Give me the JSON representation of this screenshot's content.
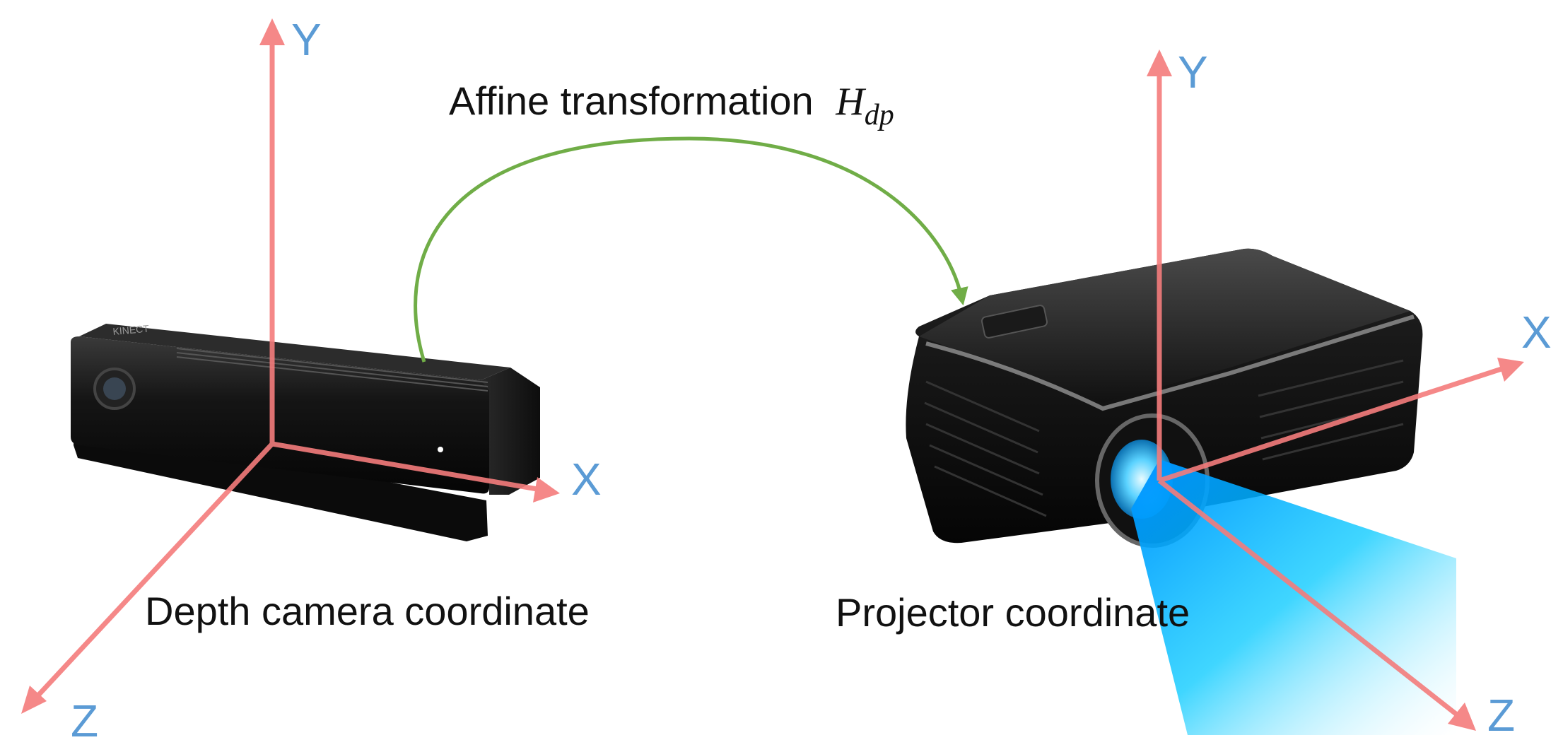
{
  "title": {
    "text": "Affine transformation",
    "math_symbol": "H",
    "math_subscript": "dp"
  },
  "devices": {
    "depth_camera": {
      "caption": "Depth camera coordinate",
      "brand_text": "KINECT"
    },
    "projector": {
      "caption": "Projector coordinate"
    }
  },
  "axes": {
    "camera": {
      "y": "Y",
      "x": "X",
      "z": "Z"
    },
    "projector": {
      "y": "Y",
      "x": "X",
      "z": "Z"
    }
  },
  "colors": {
    "axis": "#f47c7c",
    "axis_label": "#5b9bd5",
    "transform_arrow": "#70ad47",
    "device_body": "#1a1a1a",
    "projector_beam": "#00b0f0"
  }
}
